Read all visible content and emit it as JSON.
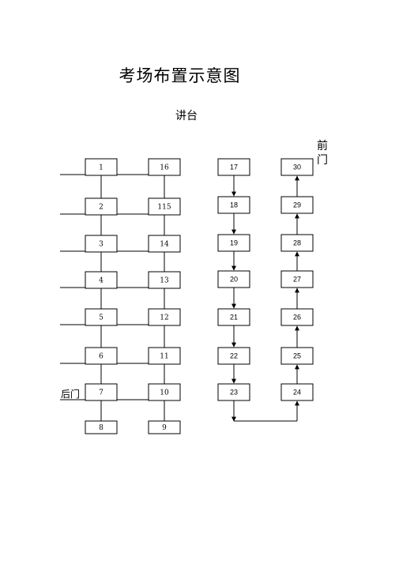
{
  "title": "考场布置示意图",
  "podium_label": "讲台",
  "front_door_label": "前门",
  "back_door_label": "后门",
  "left_columns": [
    [
      "1",
      "2",
      "3",
      "4",
      "5",
      "6",
      "7",
      "8"
    ],
    [
      "16",
      "115",
      "14",
      "13",
      "12",
      "11",
      "10",
      "9"
    ]
  ],
  "right_columns": [
    [
      "17",
      "18",
      "19",
      "20",
      "21",
      "22",
      "23"
    ],
    [
      "30",
      "29",
      "28",
      "27",
      "26",
      "25",
      "24"
    ]
  ]
}
